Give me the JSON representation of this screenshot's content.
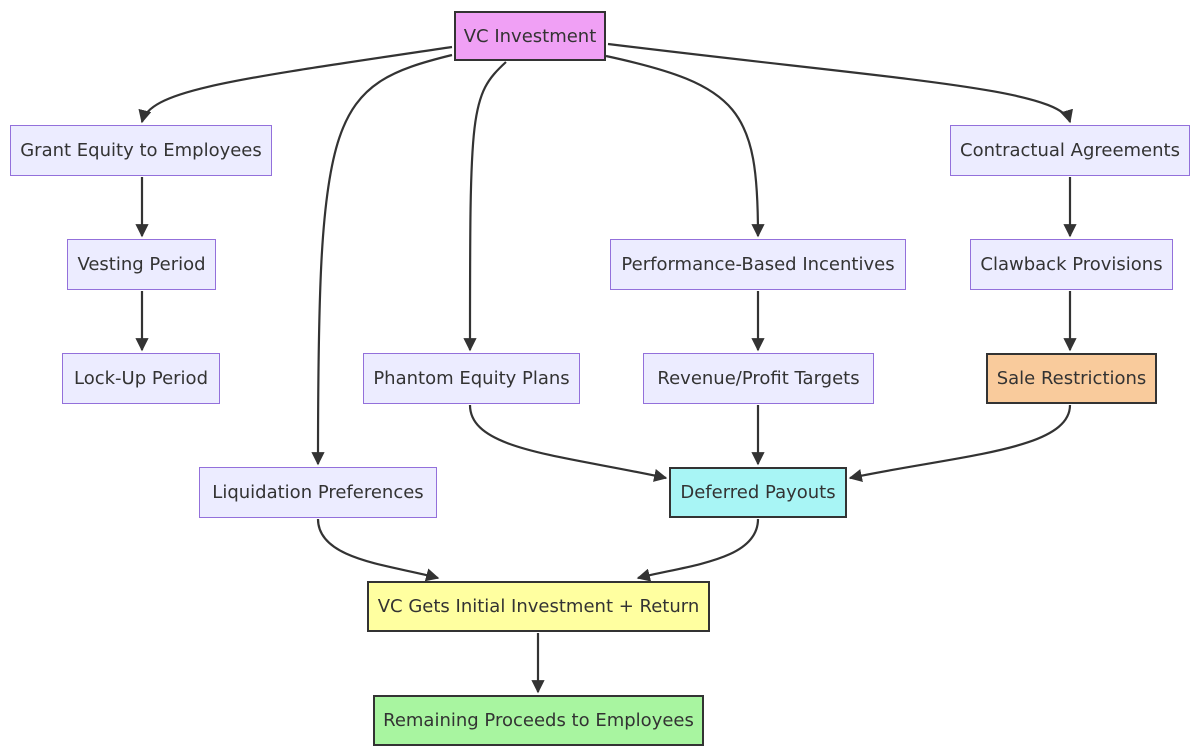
{
  "nodes": {
    "vc": {
      "label": "VC Investment",
      "fill": "#F0A0F5"
    },
    "grant": {
      "label": "Grant Equity to Employees"
    },
    "vesting": {
      "label": "Vesting Period"
    },
    "lockup": {
      "label": "Lock-Up Period"
    },
    "liquidation": {
      "label": "Liquidation Preferences"
    },
    "phantom": {
      "label": "Phantom Equity Plans"
    },
    "performance": {
      "label": "Performance-Based Incentives"
    },
    "revenue": {
      "label": "Revenue/Profit Targets"
    },
    "contractual": {
      "label": "Contractual Agreements"
    },
    "clawback": {
      "label": "Clawback Provisions"
    },
    "sale": {
      "label": "Sale Restrictions",
      "fill": "#F9CB9C"
    },
    "deferred": {
      "label": "Deferred Payouts",
      "fill": "#A8F5F5"
    },
    "return": {
      "label": "VC Gets Initial Investment + Return",
      "fill": "#FFFFA0"
    },
    "remaining": {
      "label": "Remaining Proceeds to Employees",
      "fill": "#A8F5A0"
    }
  },
  "edges": [
    {
      "from": "vc",
      "to": "grant"
    },
    {
      "from": "vc",
      "to": "liquidation"
    },
    {
      "from": "vc",
      "to": "phantom"
    },
    {
      "from": "vc",
      "to": "performance"
    },
    {
      "from": "vc",
      "to": "contractual"
    },
    {
      "from": "grant",
      "to": "vesting"
    },
    {
      "from": "vesting",
      "to": "lockup"
    },
    {
      "from": "performance",
      "to": "revenue"
    },
    {
      "from": "contractual",
      "to": "clawback"
    },
    {
      "from": "clawback",
      "to": "sale"
    },
    {
      "from": "phantom",
      "to": "deferred"
    },
    {
      "from": "revenue",
      "to": "deferred"
    },
    {
      "from": "sale",
      "to": "deferred"
    },
    {
      "from": "liquidation",
      "to": "return"
    },
    {
      "from": "deferred",
      "to": "return"
    },
    {
      "from": "return",
      "to": "remaining"
    }
  ]
}
